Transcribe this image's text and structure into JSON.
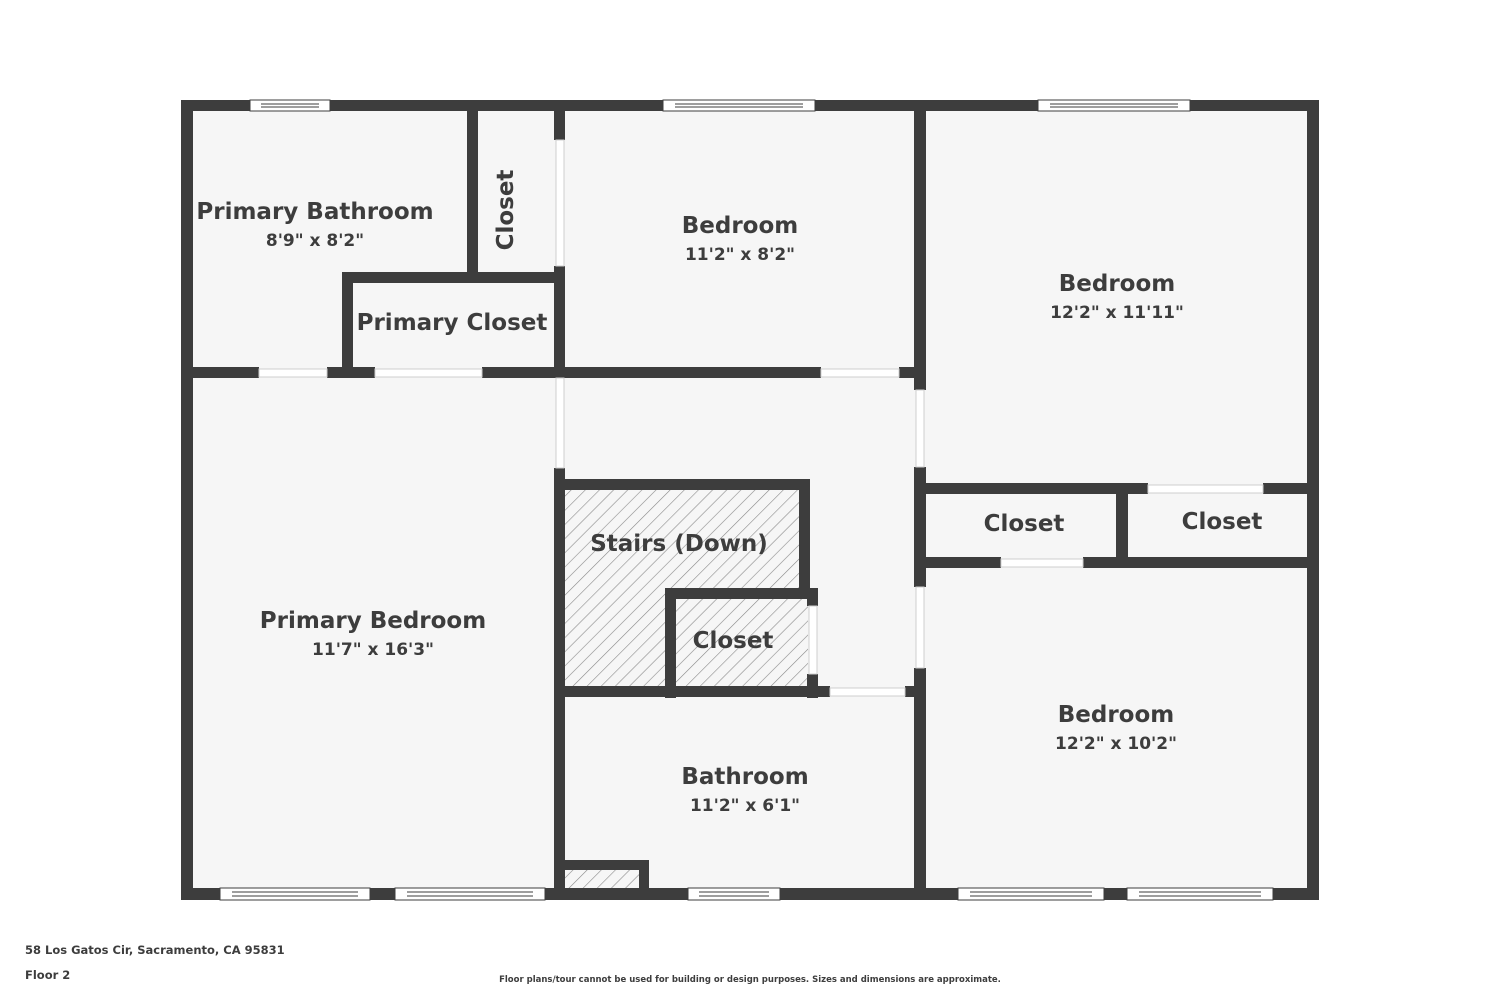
{
  "floorplan": {
    "floor_label": "Floor 2",
    "address": "58 Los Gatos Cir, Sacramento, CA 95831",
    "disclaimer": "Floor plans/tour cannot be used for building or design purposes. Sizes and dimensions are approximate.",
    "colors": {
      "wall": "#3d3d3d",
      "floor": "#f6f6f6",
      "opening": "#ffffff",
      "text": "#3d3d3d",
      "hatch": "#8a8a8a"
    },
    "rooms": [
      {
        "id": "primary-bathroom",
        "name": "Primary Bathroom",
        "dims": "8'9\" x 8'2\""
      },
      {
        "id": "closet-vertical",
        "name": "Closet",
        "dims": ""
      },
      {
        "id": "primary-closet",
        "name": "Primary Closet",
        "dims": ""
      },
      {
        "id": "bedroom-top-middle",
        "name": "Bedroom",
        "dims": "11'2\" x 8'2\""
      },
      {
        "id": "bedroom-top-right",
        "name": "Bedroom",
        "dims": "12'2\" x 11'11\""
      },
      {
        "id": "closet-right-1",
        "name": "Closet",
        "dims": ""
      },
      {
        "id": "closet-right-2",
        "name": "Closet",
        "dims": ""
      },
      {
        "id": "stairs",
        "name": "Stairs (Down)",
        "dims": ""
      },
      {
        "id": "closet-hall",
        "name": "Closet",
        "dims": ""
      },
      {
        "id": "primary-bedroom",
        "name": "Primary Bedroom",
        "dims": "11'7\" x 16'3\""
      },
      {
        "id": "bathroom",
        "name": "Bathroom",
        "dims": "11'2\" x 6'1\""
      },
      {
        "id": "bedroom-bottom-right",
        "name": "Bedroom",
        "dims": "12'2\" x 10'2\""
      }
    ]
  }
}
